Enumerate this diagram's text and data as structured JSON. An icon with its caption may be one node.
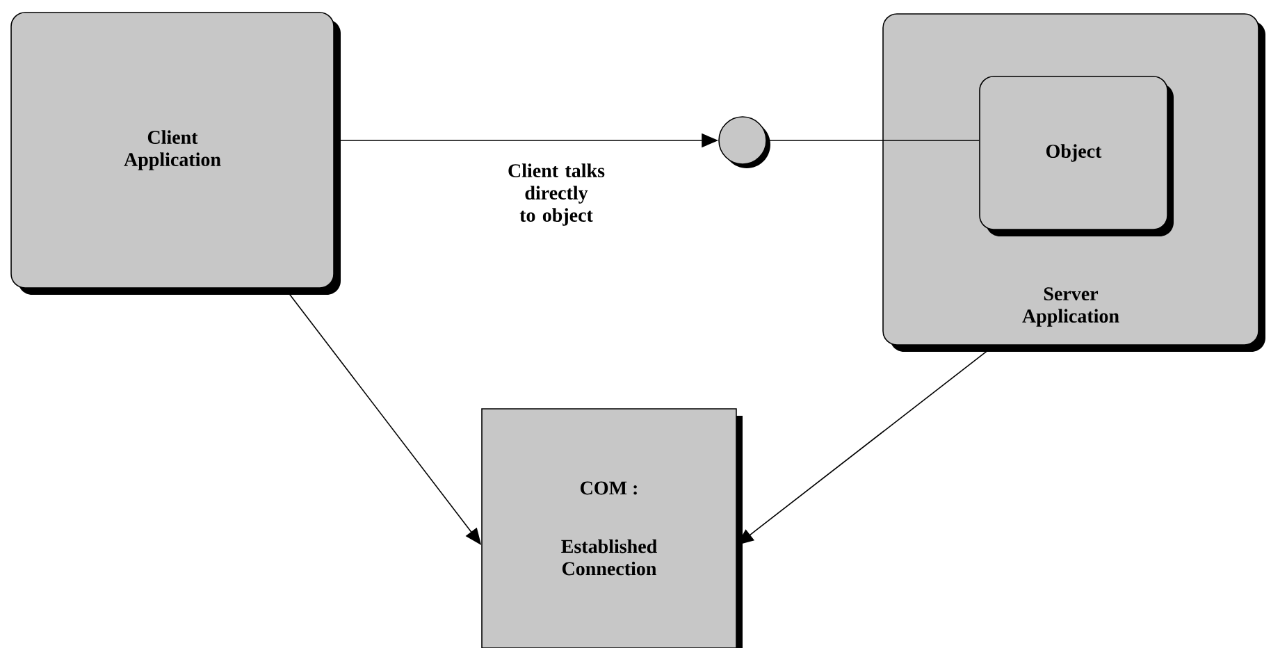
{
  "diagram": {
    "nodes": [
      {
        "text": [
          "Client Application"
        ]
      },
      {
        "text": [],
        "shape": "circle"
      },
      {
        "text": [
          "Server Application"
        ]
      },
      {
        "text": [
          "Object"
        ],
        "in": 2
      },
      {
        "text": [
          "COM :",
          "Established Connection"
        ]
      }
    ],
    "edges": [
      {
        "from": 0,
        "to": 1,
        "arrow": "to",
        "label": "Client talks directly to object"
      },
      {
        "from": 1,
        "to": 3,
        "arrow": "none"
      },
      {
        "from": 0,
        "to": 4,
        "arrow": "to"
      },
      {
        "from": 2,
        "to": 4,
        "arrow": "to"
      }
    ]
  }
}
